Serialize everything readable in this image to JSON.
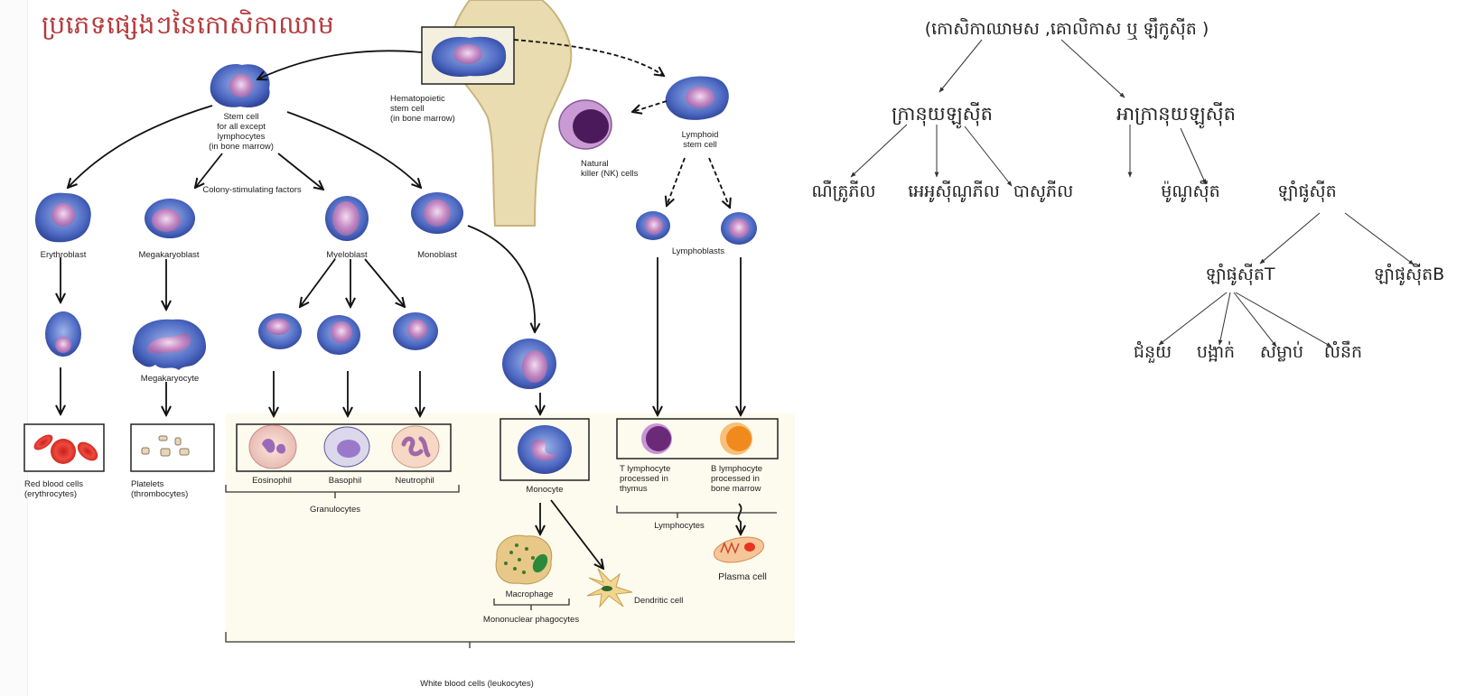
{
  "title": "ប្រភេទផ្សេងៗនៃកោសិកាឈាម",
  "diagram": {
    "hematopoietic_stem_cell": "Hematopoietic stem cell (in bone marrow)",
    "hsc_lines": [
      "Hematopoietic",
      "stem cell",
      "(in bone marrow)"
    ],
    "myeloid_stem_lines": [
      "Stem cell",
      "for all except",
      "lymphocytes",
      "(in bone marrow)"
    ],
    "colony_factors": "Colony-stimulating factors",
    "lymphoid_stem_lines": [
      "Lymphoid",
      "stem cell"
    ],
    "nk_lines": [
      "Natural",
      "killer (NK) cells"
    ],
    "blasts": {
      "erythroblast": "Erythroblast",
      "megakaryoblast": "Megakaryoblast",
      "myeloblast": "Myeloblast",
      "monoblast": "Monoblast",
      "lymphoblasts": "Lymphoblasts"
    },
    "megakaryocyte": "Megakaryocyte",
    "rbc_lines": [
      "Red blood cells",
      "(erythrocytes)"
    ],
    "platelet_lines": [
      "Platelets",
      "(thrombocytes)"
    ],
    "granulocytes": {
      "eosinophil": "Eosinophil",
      "basophil": "Basophil",
      "neutrophil": "Neutrophil",
      "group": "Granulocytes"
    },
    "monocyte": "Monocyte",
    "t_lines": [
      "T lymphocyte",
      "processed in",
      "thymus"
    ],
    "b_lines": [
      "B lymphocyte",
      "processed in",
      "bone marrow"
    ],
    "lymphocytes": "Lymphocytes",
    "plasma_cell": "Plasma cell",
    "macrophage": "Macrophage",
    "dendritic_cell": "Dendritic cell",
    "mononuclear": "Mononuclear phagocytes",
    "wbc": "White blood cells (leukocytes)"
  },
  "tree": {
    "root": "(កោសិកាឈាមស ,គោលិកាស ឬ ឡឹកូស៊ីត )",
    "granulocyte": "ក្រានុយឡូស៊ីត",
    "agranulocyte": "អាក្រានុយឡូស៊ីត",
    "neutrophil": "ណឺត្រូភីល",
    "eosinophil": "អេអូស៊ីណូភីល",
    "basophil": "បាសូភីល",
    "monocyte": "ម៉ូណូស៊ីត",
    "lymphocyte": "ឡាំផូស៊ីត",
    "t_cell": "ឡាំផូស៊ីតT",
    "b_cell": "ឡាំផូស៊ីតB",
    "t_helper": "ជំនួយ",
    "t_regulatory": "បង្អាក់",
    "t_killer": "សម្លាប់",
    "t_memory": "លំនឹក"
  },
  "colors": {
    "title": "#b5393c",
    "cell_blue": "#3f5fb8",
    "nucleus_pink": "#c98fc6",
    "bone": "#e9dcb0",
    "panel_bg": "#fdfbee",
    "rbc_red": "#e0332b",
    "b_lymph_orange": "#f08a1c",
    "t_lymph_purple": "#6a2a78"
  }
}
